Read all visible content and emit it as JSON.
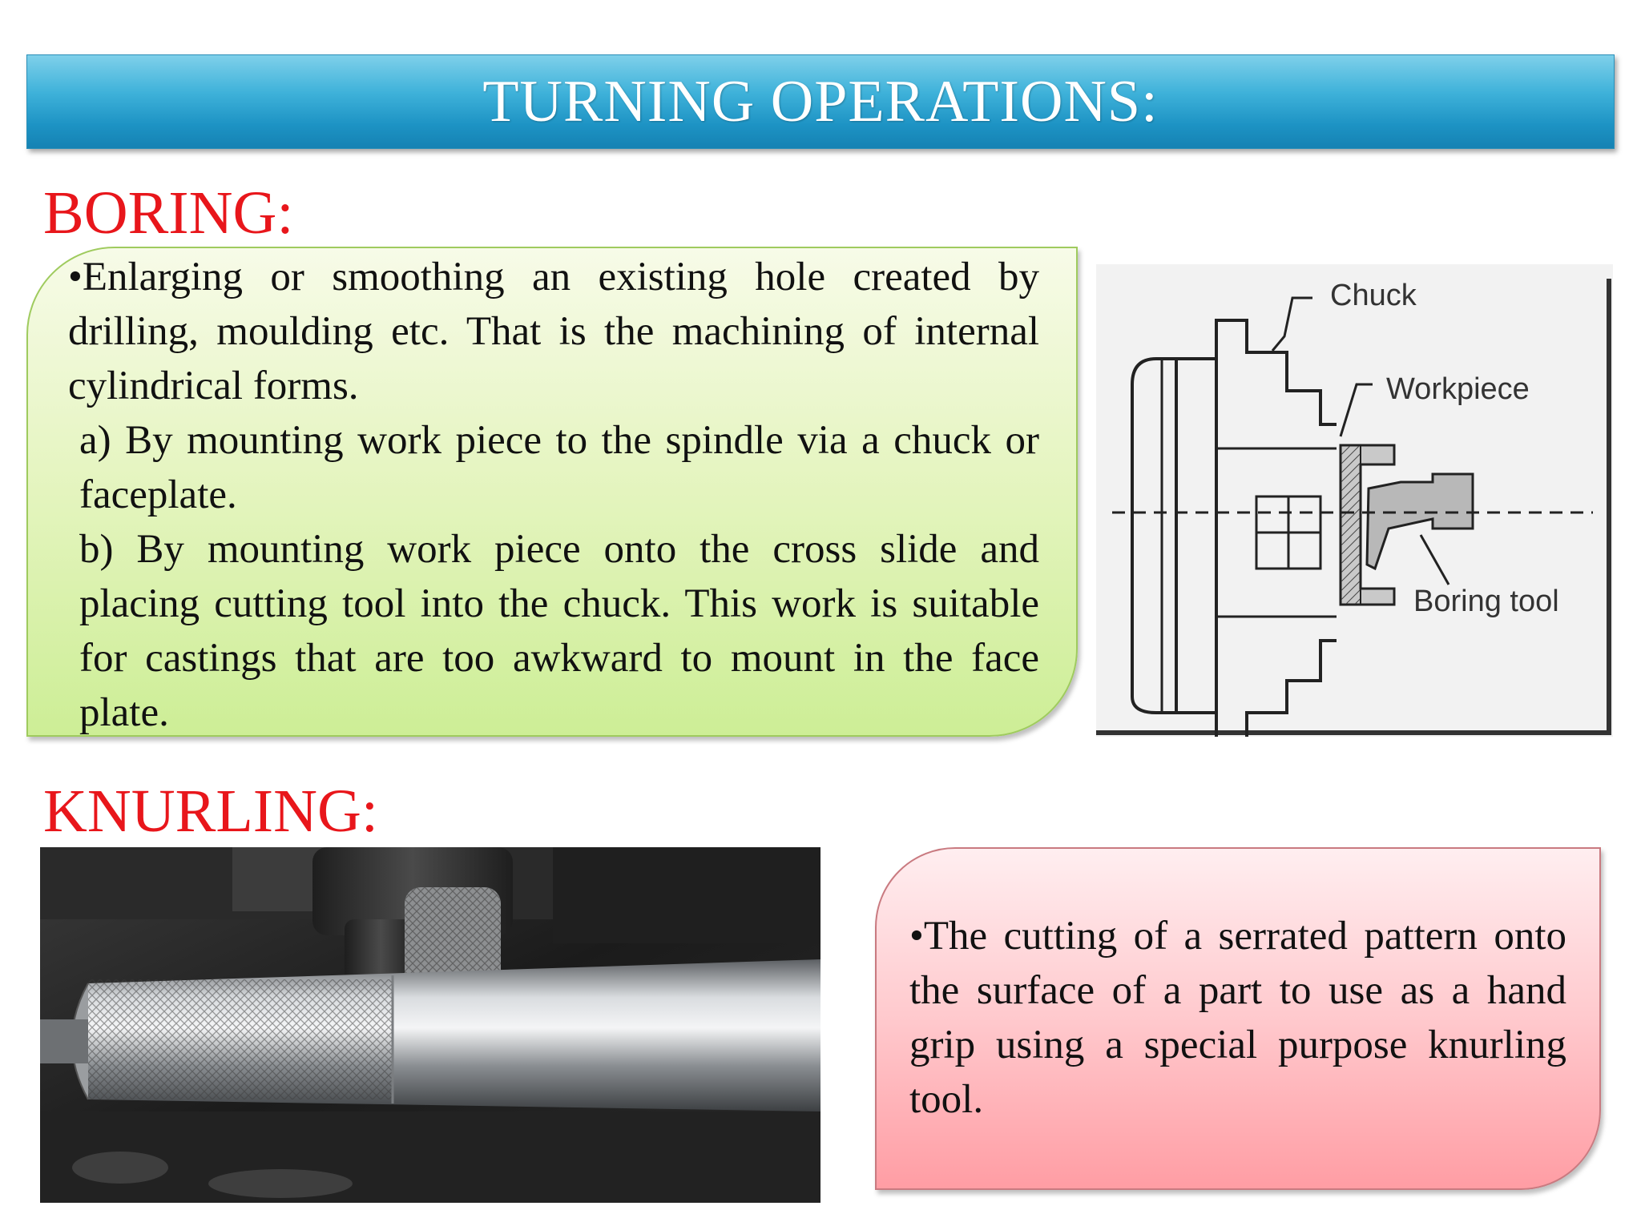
{
  "header": {
    "title": "TURNING OPERATIONS:"
  },
  "boring": {
    "heading": "BORING:",
    "bullet": "•Enlarging or smoothing an existing hole created by drilling, moulding etc. That is the machining of internal cylindrical forms.",
    "item_a": "a) By mounting work piece to the spindle via a chuck or faceplate.",
    "item_b": "b) By mounting work piece onto the cross slide and placing cutting tool into the chuck. This work is suitable for castings that are too awkward to mount in the face plate.",
    "diagram": {
      "label_chuck": "Chuck",
      "label_workpiece": "Workpiece",
      "label_tool": "Boring tool"
    }
  },
  "knurling": {
    "heading": "KNURLING:",
    "bullet": "•The cutting of a serrated pattern onto the surface of a part to use as a hand grip using a special purpose knurling tool."
  }
}
